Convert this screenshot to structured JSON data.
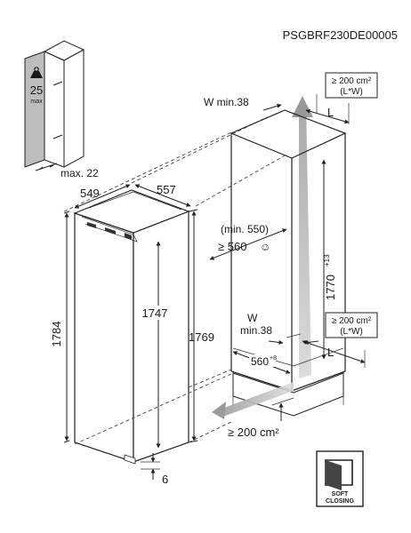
{
  "doc_code": "PSGBRF230DE00005",
  "door_load": {
    "value": "25",
    "unit": "max"
  },
  "left_unit": {
    "max_gap": "max. 22",
    "depth": "549",
    "width": "557",
    "height_total": "1784",
    "height_body": "1747",
    "height_side": "1769",
    "bottom_gap": "6"
  },
  "niche": {
    "w_top_label": "W min.38",
    "vent_top_area": "≥ 200 cm²",
    "vent_top_sub": "(L*W)",
    "l_top": "L",
    "min_depth_note": "(min. 550)",
    "depth_req": "≥ 560",
    "depth_req_symbol": "☺",
    "height": "1770",
    "height_tol": "+13",
    "vent_mid_area": "≥ 200 cm²",
    "vent_mid_sub": "(L*W)",
    "w_mid_label_1": "W",
    "w_mid_label_2": "min.38",
    "l_mid": "L",
    "width": "560",
    "width_tol": "+8",
    "vent_bottom_area": "≥ 200 cm²"
  },
  "badge": {
    "line1": "SOFT",
    "line2": "CLOSING"
  }
}
